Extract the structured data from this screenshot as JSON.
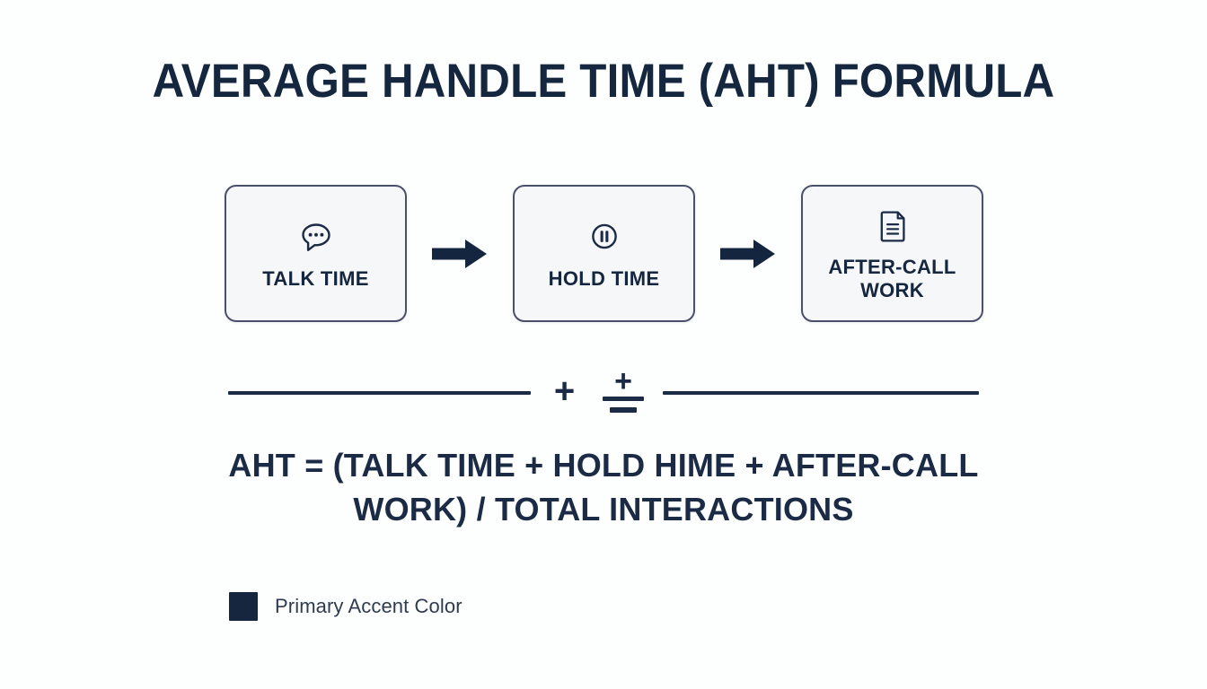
{
  "slide": {
    "title": "AVERAGE HANDLE TIME (AHT) FORMULA",
    "background_color": "#fdfefe",
    "accent_color": "#16263f"
  },
  "flow": {
    "steps": [
      {
        "label": "TALK TIME",
        "icon": "speech-bubble-dots-icon"
      },
      {
        "label": "HOLD TIME",
        "icon": "pause-circle-icon"
      },
      {
        "label": "AFTER-CALL WORK",
        "icon": "document-lines-icon"
      }
    ],
    "connectors": [
      {
        "icon": "arrow-right-icon"
      },
      {
        "icon": "arrow-right-icon"
      }
    ]
  },
  "divider": {
    "operator_plus": "+",
    "stack_plus": "+",
    "stack_minus": "−",
    "line_color": "#1b2b45"
  },
  "formula": {
    "line1": "AHT = (TALK TIME + HOLD HIME + AFTER-CALL",
    "line2": "WORK) / TOTAL INTERACTIONS"
  },
  "legend": {
    "swatch_color": "#16263f",
    "label": "Primary Accent Color"
  }
}
